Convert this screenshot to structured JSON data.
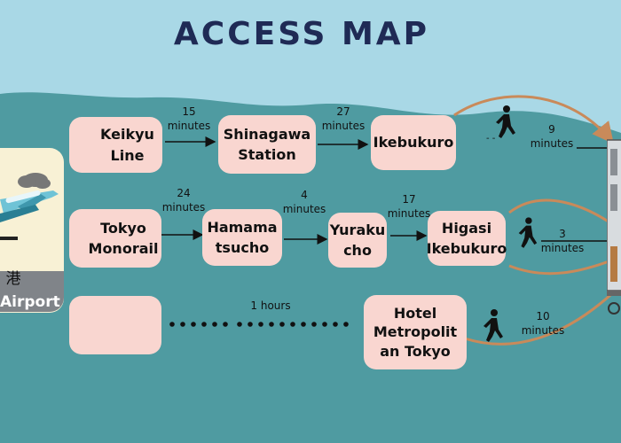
{
  "title": "ACCESS MAP",
  "airport": {
    "kanji": "港",
    "name": "Airport"
  },
  "routes": {
    "row1": {
      "line": "Keikyu\nLine",
      "time1": "15\nminutes",
      "stop1": "Shinagawa\nStation",
      "time2": "27\nminutes",
      "stop2": "Ikebukuro",
      "walk": "9\nminutes"
    },
    "row2": {
      "line": "Tokyo\nMonorail",
      "time1": "24\nminutes",
      "stop1": "Hamama\ntsucho",
      "time2": "4\nminutes",
      "stop2": "Yuraku\ncho",
      "time3": "17\nminutes",
      "stop3": "Higasi\nIkebukuro",
      "walk": "3\nminutes"
    },
    "row3": {
      "time1": "1 hours",
      "stop1": "Hotel\nMetropolit\nan Tokyo",
      "walk": "10\nminutes"
    }
  },
  "icons": {
    "train": "train-icon",
    "monorail": "map-pin-train-icon",
    "bus": "bus-icon",
    "walk": "walking-person-icon",
    "plane": "airplane-icon",
    "hotel": "hotel-building-icon"
  },
  "colors": {
    "sky": "#a9d8e6",
    "sea": "#4f9ba1",
    "pill": "#f9d6d0",
    "title": "#1f2a55",
    "arc": "#c98a5a"
  }
}
